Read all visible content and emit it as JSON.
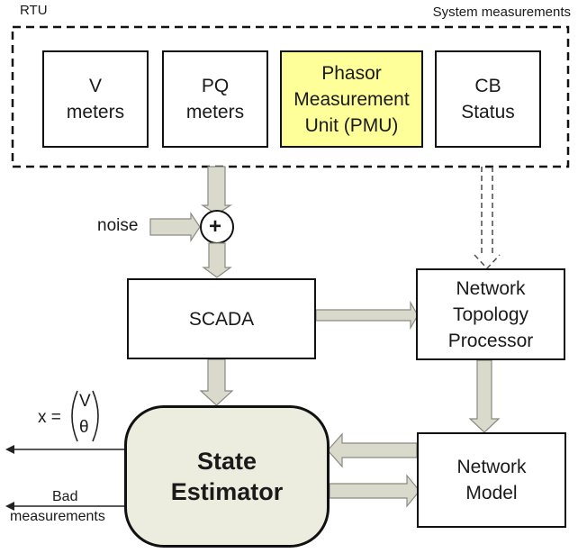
{
  "system": {
    "rtu_label": "RTU",
    "measurements_label": "System measurements"
  },
  "meters": {
    "v": [
      "V",
      "meters"
    ],
    "pq": [
      "PQ",
      "meters"
    ],
    "pmu": [
      "Phasor",
      "Measurement",
      "Unit (PMU)"
    ],
    "cb": [
      "CB",
      "Status"
    ]
  },
  "noise_label": "noise",
  "adder_symbol": "+",
  "scada_label": "SCADA",
  "topology": [
    "Network",
    "Topology",
    "Processor"
  ],
  "model": [
    "Network",
    "Model"
  ],
  "estimator": [
    "State",
    "Estimator"
  ],
  "state_vector": {
    "prefix": "x =",
    "top": "V",
    "bottom": "θ"
  },
  "bad_measurements": [
    "Bad",
    "measurements"
  ],
  "colors": {
    "pmu_fill": "#ffff99",
    "estimator_fill": "#ecedde",
    "arrow_fill": "#d9d9cc",
    "arrow_stroke": "#8a8a80"
  }
}
